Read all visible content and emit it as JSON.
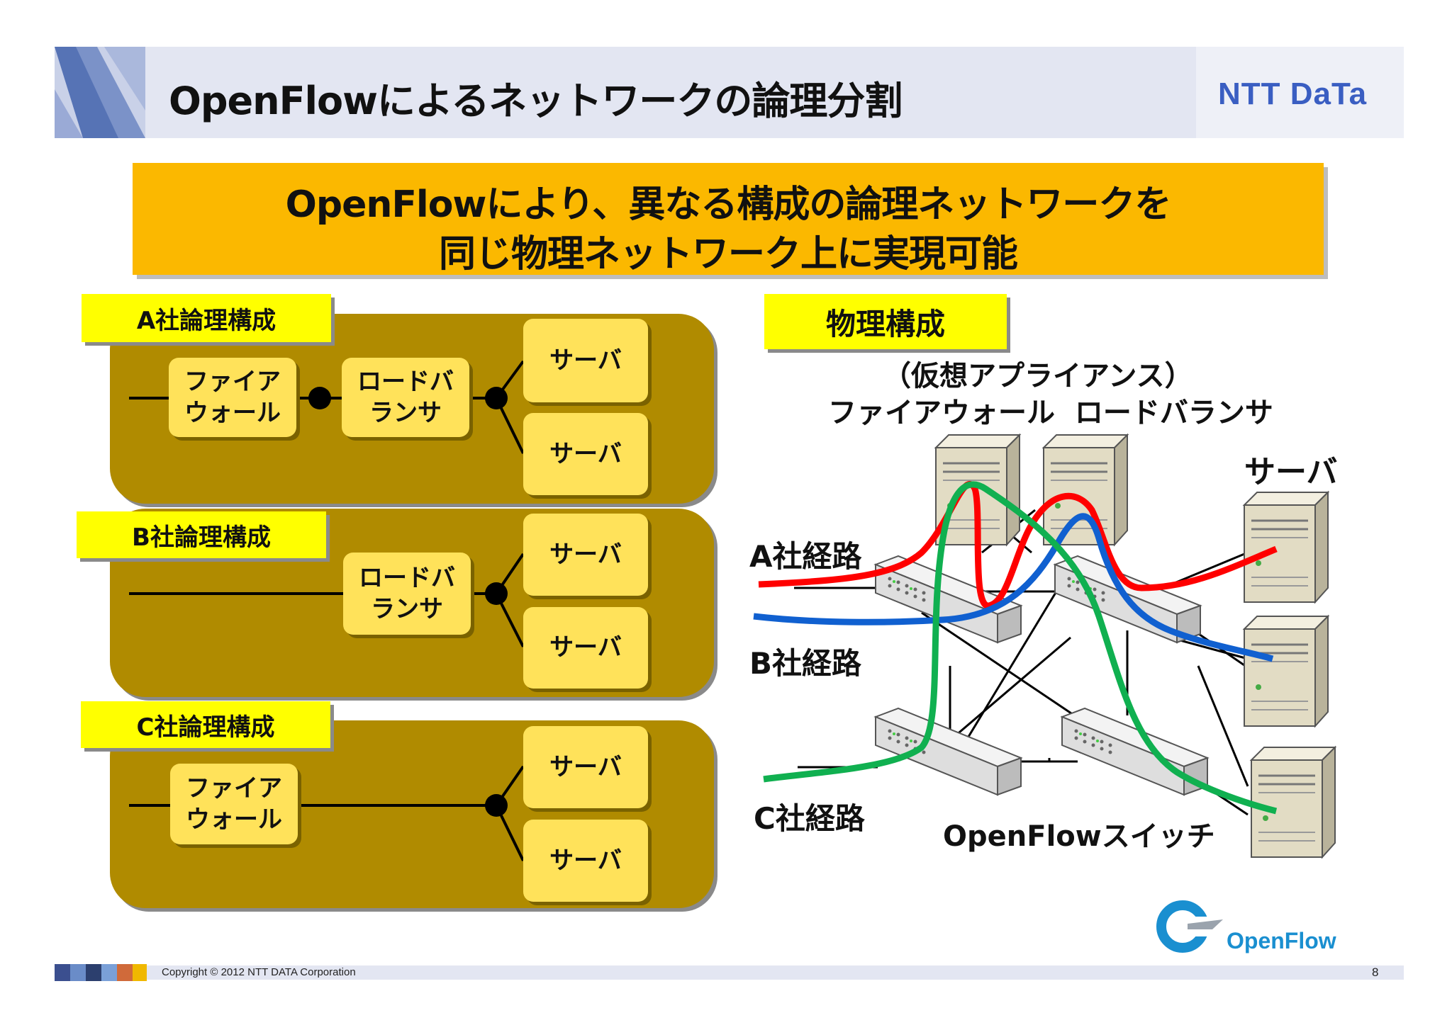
{
  "header": {
    "title": "OpenFlowによるネットワークの論理分割",
    "logo": "NTT DaTa"
  },
  "banner": {
    "line1": "OpenFlowにより、異なる構成の論理ネットワークを",
    "line2": "同じ物理ネットワーク上に実現可能"
  },
  "logical": {
    "a": {
      "tag": "A社論理構成",
      "firewall": "ファイア\nウォール",
      "loadbalancer": "ロードバ\nランサ",
      "server1": "サーバ",
      "server2": "サーバ"
    },
    "b": {
      "tag": "B社論理構成",
      "loadbalancer": "ロードバ\nランサ",
      "server1": "サーバ",
      "server2": "サーバ"
    },
    "c": {
      "tag": "C社論理構成",
      "firewall": "ファイア\nウォール",
      "server1": "サーバ",
      "server2": "サーバ"
    }
  },
  "physical": {
    "tag": "物理構成",
    "virtual_label": "（仮想アプライアンス）",
    "appliance_label": "ファイアウォール  ロードバランサ",
    "server_label": "サーバ",
    "route_a": "A社経路",
    "route_b": "B社経路",
    "route_c": "C社経路",
    "switch_label": "OpenFlowスイッチ",
    "colors": {
      "route_a": "#ff0000",
      "route_b": "#1060d0",
      "route_c": "#10b050"
    }
  },
  "openflow_logo": "OpenFlow",
  "footer": {
    "copyright": "Copyright © 2012 NTT DATA Corporation",
    "page": "8"
  }
}
